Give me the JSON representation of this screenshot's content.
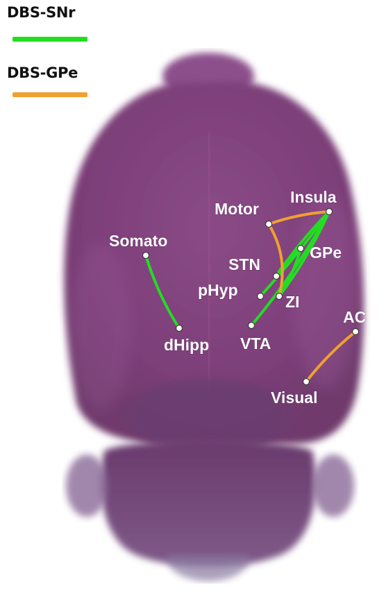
{
  "legend": {
    "snr": {
      "label": "DBS-SNr",
      "color": "#22dd22"
    },
    "gpe": {
      "label": "DBS-GPe",
      "color": "#f0a030"
    }
  },
  "regions": [
    {
      "id": "insula",
      "label": "Insula"
    },
    {
      "id": "motor",
      "label": "Motor"
    },
    {
      "id": "somato",
      "label": "Somato"
    },
    {
      "id": "gpe",
      "label": "GPe"
    },
    {
      "id": "stn",
      "label": "STN"
    },
    {
      "id": "phyp",
      "label": "pHyp"
    },
    {
      "id": "zi",
      "label": "ZI"
    },
    {
      "id": "dhipp",
      "label": "dHipp"
    },
    {
      "id": "vta",
      "label": "VTA"
    },
    {
      "id": "ac",
      "label": "AC"
    },
    {
      "id": "visual",
      "label": "Visual"
    }
  ],
  "connections": [
    {
      "from": "somato",
      "to": "dhipp",
      "group": "snr"
    },
    {
      "from": "insula",
      "to": "vta",
      "group": "snr"
    },
    {
      "from": "insula",
      "to": "zi",
      "group": "snr"
    },
    {
      "from": "insula",
      "to": "stn",
      "group": "snr"
    },
    {
      "from": "insula",
      "to": "phyp",
      "group": "snr"
    },
    {
      "from": "gpe",
      "to": "zi",
      "group": "snr"
    },
    {
      "from": "gpe",
      "to": "stn",
      "group": "snr"
    },
    {
      "from": "insula",
      "to": "motor",
      "group": "gpe"
    },
    {
      "from": "motor",
      "to": "zi",
      "group": "gpe"
    },
    {
      "from": "ac",
      "to": "visual",
      "group": "gpe"
    }
  ]
}
